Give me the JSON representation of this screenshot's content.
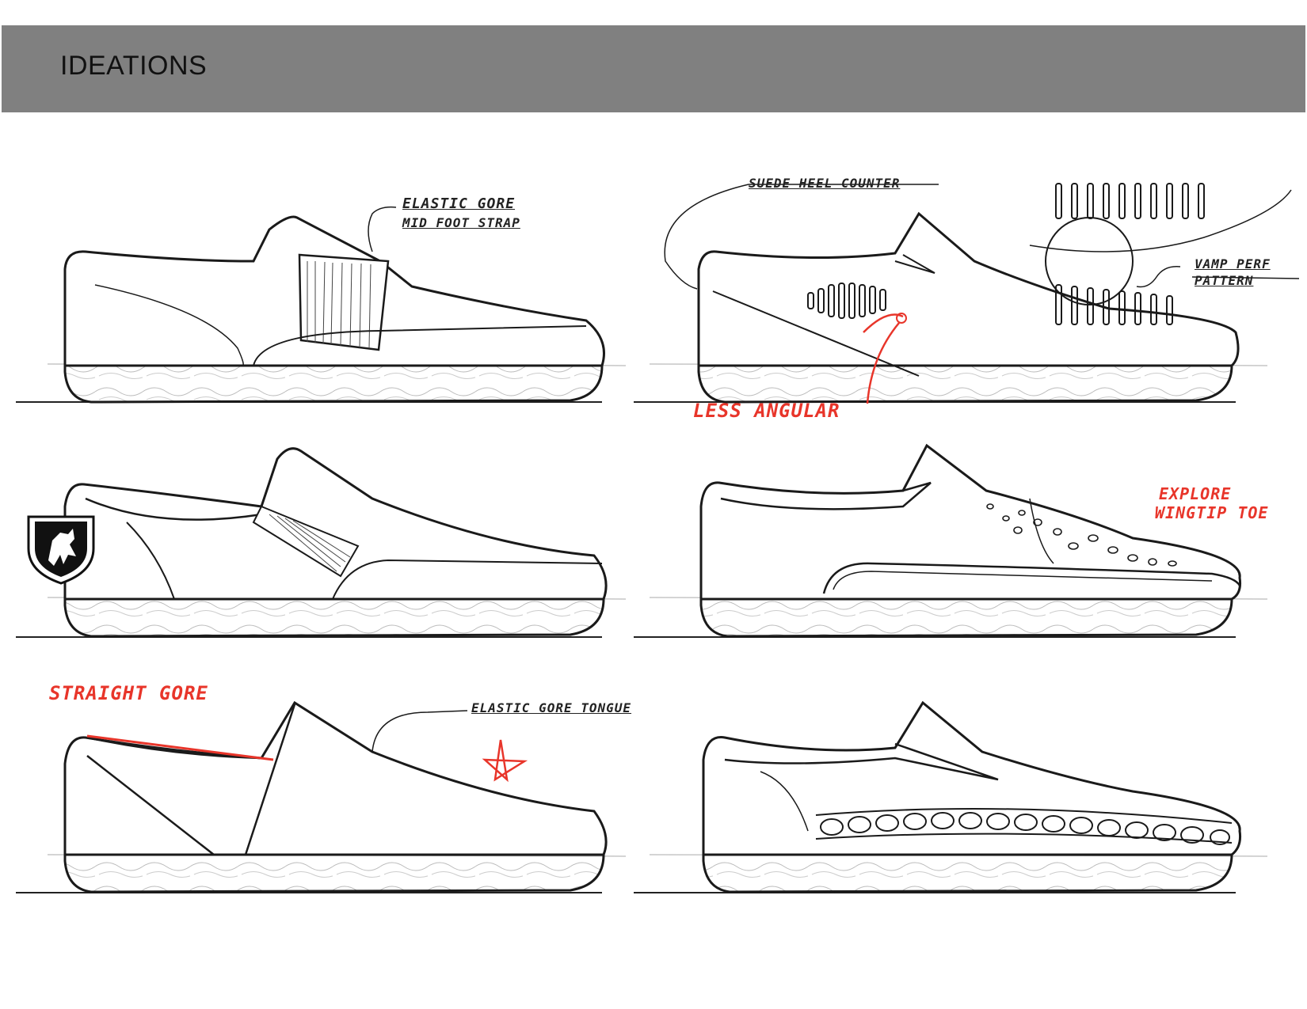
{
  "header": {
    "title": "IDEATIONS"
  },
  "annotations": {
    "elastic_gore": "ELASTIC GORE",
    "mid_foot_strap": "MID FOOT STRAP",
    "suede_heel_counter": "SUEDE HEEL COUNTER",
    "vamp_perf_pattern_1": "VAMP PERF",
    "vamp_perf_pattern_2": "PATTERN",
    "less_angular": "LESS ANGULAR",
    "explore_1": "EXPLORE",
    "explore_2": "WINGTIP TOE",
    "straight_gore": "STRAIGHT GORE",
    "elastic_gore_tongue": "ELASTIC GORE TONGUE"
  },
  "colors": {
    "header_bg": "#808080",
    "sketch_ink": "#1a1a1a",
    "red_ink": "#e8352a"
  },
  "icons": {
    "crest": "griffin-crest-icon",
    "star": "star-icon"
  }
}
